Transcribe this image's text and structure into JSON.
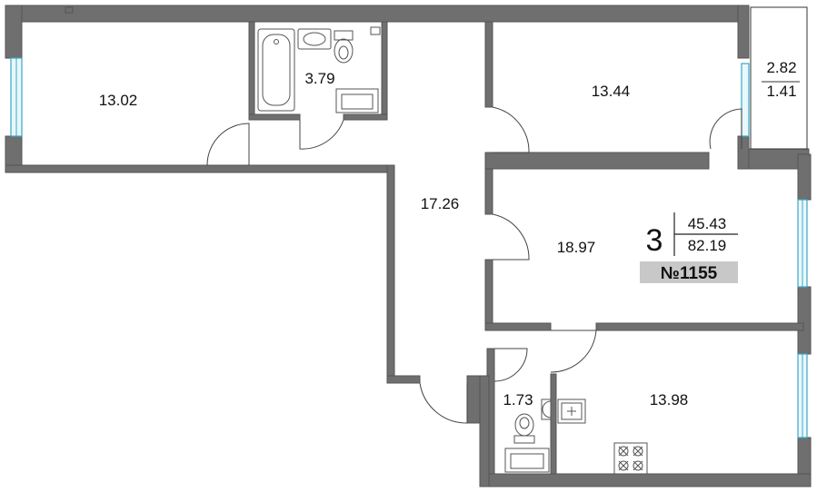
{
  "rooms": {
    "room_left": "13.02",
    "bathroom": "3.79",
    "room_top_right": "13.44",
    "balcony_top": "2.82",
    "balcony_bottom": "1.41",
    "hallway": "17.26",
    "room_middle": "18.97",
    "toilet": "1.73",
    "kitchen": "13.98"
  },
  "info": {
    "rooms_count": "3",
    "living_area": "45.43",
    "total_area": "82.19",
    "apartment_number": "№1155"
  },
  "colors": {
    "wall": "#6f6f6f",
    "window": "#3aa7c8",
    "badge": "#c8c8c8"
  }
}
